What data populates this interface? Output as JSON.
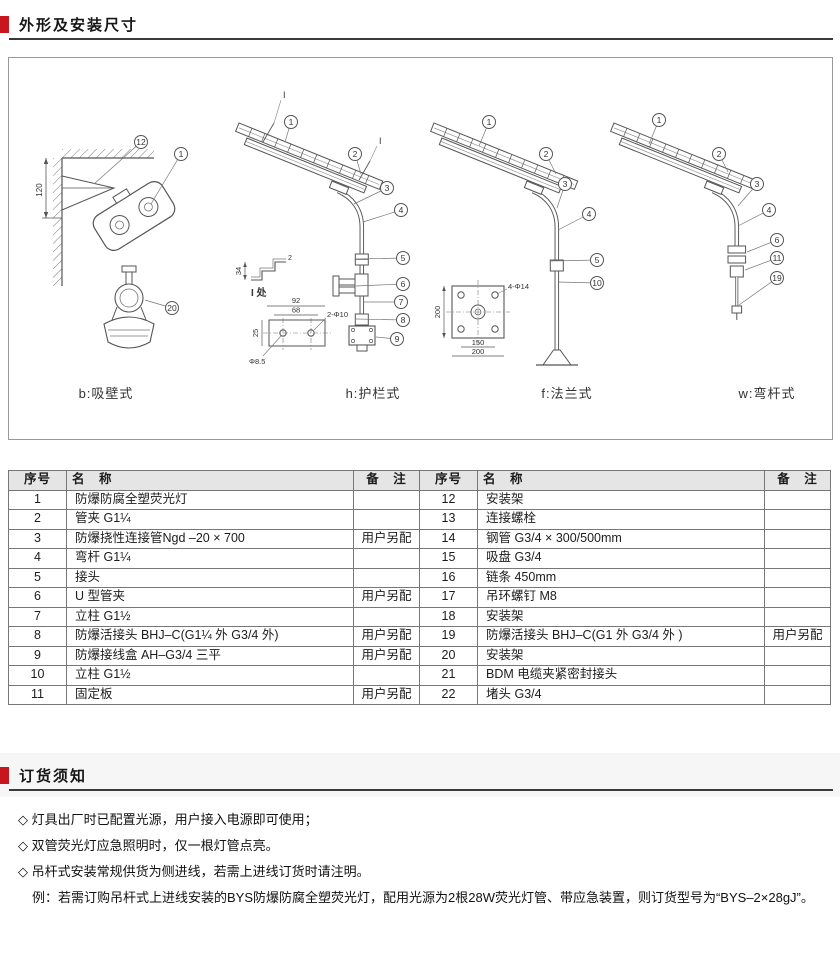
{
  "colors": {
    "accent": "#c9151e",
    "rule": "#3a3a3a",
    "table_border": "#777777",
    "table_header_bg": "#e5e5e5",
    "line_art": "#555555"
  },
  "sections": {
    "dimensions_title": "外形及安装尺寸"
  },
  "diagram": {
    "labels": {
      "b": "b:吸壁式",
      "h": "h:护栏式",
      "f": "f:法兰式",
      "w": "w:弯杆式"
    },
    "callouts": {
      "b": [
        "12",
        "1",
        "20"
      ],
      "h": [
        "1",
        "2",
        "3",
        "4",
        "5",
        "6",
        "7",
        "8",
        "9"
      ],
      "f": [
        "1",
        "2",
        "3",
        "4",
        "5",
        "10"
      ],
      "w": [
        "1",
        "2",
        "3",
        "4",
        "6",
        "11",
        "19"
      ]
    },
    "section_marker": "I",
    "detail_label": "I 处",
    "dims": {
      "wall_height": "120",
      "bracket_height": "34",
      "bracket_thickness": "2",
      "plate_width": "92",
      "plate_inner": "68",
      "plate_holes": "2-Φ10",
      "plate_height": "25",
      "hole_dia": "Φ8.5",
      "flange_height": "200",
      "flange_pitch": "150",
      "flange_width": "200",
      "flange_holes": "4-Φ14"
    }
  },
  "parts_table": {
    "headers": {
      "no": "序号",
      "name": "名　称",
      "remark": "备　注"
    },
    "left": [
      {
        "no": "1",
        "name": "防爆防腐全塑荧光灯",
        "remark": ""
      },
      {
        "no": "2",
        "name": "管夹 G1¼",
        "remark": ""
      },
      {
        "no": "3",
        "name": "防爆挠性连接管Ngd –20 × 700",
        "remark": "用户另配"
      },
      {
        "no": "4",
        "name": "弯杆 G1¼",
        "remark": ""
      },
      {
        "no": "5",
        "name": "接头",
        "remark": ""
      },
      {
        "no": "6",
        "name": "U 型管夹",
        "remark": "用户另配"
      },
      {
        "no": "7",
        "name": "立柱 G1½",
        "remark": ""
      },
      {
        "no": "8",
        "name": "防爆活接头 BHJ–C(G1¼ 外 G3/4 外)",
        "remark": "用户另配"
      },
      {
        "no": "9",
        "name": "防爆接线盒 AH–G3/4 三平",
        "remark": "用户另配"
      },
      {
        "no": "10",
        "name": "立柱 G1½",
        "remark": ""
      },
      {
        "no": "11",
        "name": "固定板",
        "remark": "用户另配"
      }
    ],
    "right": [
      {
        "no": "12",
        "name": "安装架",
        "remark": ""
      },
      {
        "no": "13",
        "name": "连接螺栓",
        "remark": ""
      },
      {
        "no": "14",
        "name": "钢管 G3/4 × 300/500mm",
        "remark": ""
      },
      {
        "no": "15",
        "name": "吸盘 G3/4",
        "remark": ""
      },
      {
        "no": "16",
        "name": "链条 450mm",
        "remark": ""
      },
      {
        "no": "17",
        "name": "吊环螺钉 M8",
        "remark": ""
      },
      {
        "no": "18",
        "name": "安装架",
        "remark": ""
      },
      {
        "no": "19",
        "name": "防爆活接头 BHJ–C(G1 外 G3/4 外 )",
        "remark": "用户另配"
      },
      {
        "no": "20",
        "name": "安装架",
        "remark": ""
      },
      {
        "no": "21",
        "name": "BDM 电缆夹紧密封接头",
        "remark": ""
      },
      {
        "no": "22",
        "name": "堵头 G3/4",
        "remark": ""
      }
    ]
  },
  "notes": {
    "title": "订货须知",
    "items": [
      "◇ 灯具出厂时已配置光源，用户接入电源即可使用；",
      "◇ 双管荧光灯应急照明时，仅一根灯管点亮。",
      "◇ 吊杆式安装常规供货为侧进线，若需上进线订货时请注明。"
    ],
    "example": "例：若需订购吊杆式上进线安装的BYS防爆防腐全塑荧光灯，配用光源为2根28W荧光灯管、带应急装置，则订货型号为“BYS–2×28gJ”。"
  }
}
